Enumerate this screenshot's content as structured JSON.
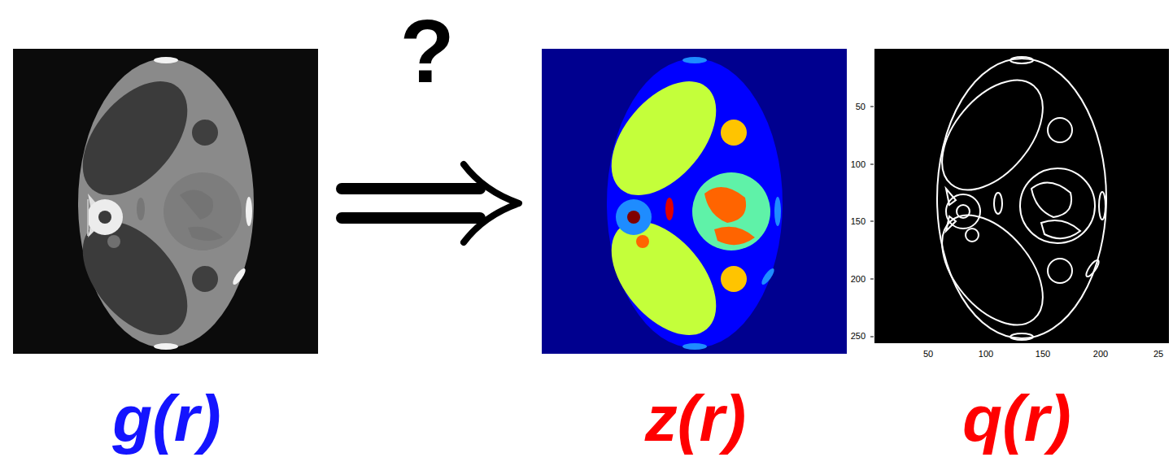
{
  "diagram": {
    "labels": [
      "?",
      "50",
      "100",
      "150",
      "200",
      "250",
      "50",
      "100",
      "150",
      "200",
      "25",
      "g(r)",
      "z(r)",
      "q(r)"
    ]
  }
}
